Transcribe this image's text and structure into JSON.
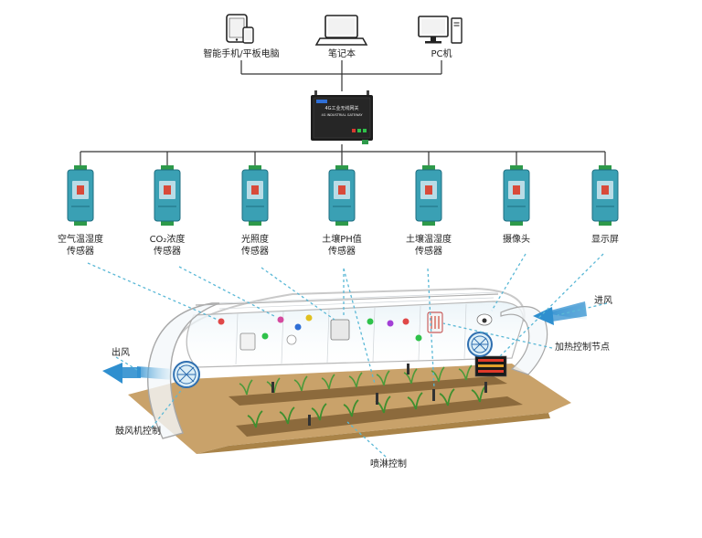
{
  "devices": [
    {
      "label": "智能手机/平板电脑",
      "icon": "smartphone-tablet-icon"
    },
    {
      "label": "笔记本",
      "icon": "laptop-icon"
    },
    {
      "label": "PC机",
      "icon": "desktop-pc-icon"
    }
  ],
  "gateway": {
    "line1": "4G工业无线网关",
    "line2": "4G INDUSTRIAL GATEWAY"
  },
  "modules": [
    {
      "line1": "空气温湿度",
      "line2": "传感器"
    },
    {
      "line1": "CO₂浓度",
      "line2": "传感器"
    },
    {
      "line1": "光照度",
      "line2": "传感器"
    },
    {
      "line1": "土壤PH值",
      "line2": "传感器"
    },
    {
      "line1": "土壤温湿度",
      "line2": "传感器"
    },
    {
      "line1": "摄像头",
      "line2": ""
    },
    {
      "line1": "显示屏",
      "line2": ""
    }
  ],
  "greenhouse": {
    "inlet": "进风",
    "outlet": "出风",
    "heater": "加热控制节点",
    "fan": "鼓风机控制",
    "sprinkler": "喷淋控制"
  },
  "colors": {
    "module": "#3aa0b4",
    "module_terminal": "#2e9a4a",
    "gateway": "#1c1c1c",
    "soil": "#c9a26a",
    "airflow": "#2f8fcf",
    "leader": "#5ab8d6"
  }
}
